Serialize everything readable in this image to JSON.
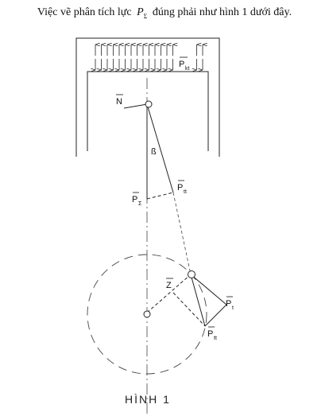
{
  "caption": {
    "before": "Việc vẽ phân tích lực",
    "symbol": "P",
    "symbol_sub": "Σ",
    "after": "đúng phải như hình 1 dưới đây."
  },
  "labels": {
    "pkt": "P",
    "pkt_sub": "kt",
    "n": "N",
    "beta": "ß",
    "ptt_top": "P",
    "ptt_top_sub": "tt",
    "psigma": "P",
    "psigma_sub": "Σ",
    "z": "Z",
    "pt": "P",
    "pt_sub": "t",
    "ptt_bottom": "P",
    "ptt_bottom_sub": "tt"
  },
  "figure_title": "HÌNH 1"
}
